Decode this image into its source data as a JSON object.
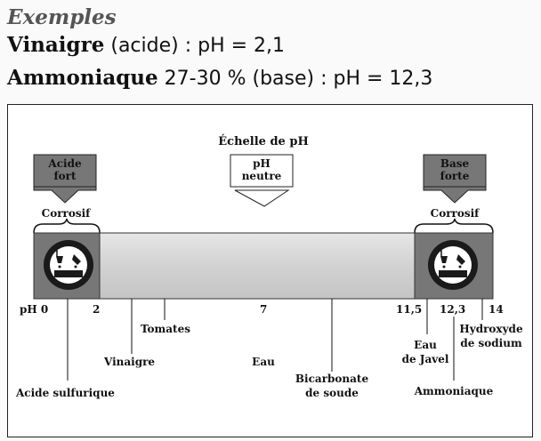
{
  "header": {
    "title": "Exemples",
    "example1": {
      "name": "Vinaigre",
      "detail": " (acide) : pH = 2,1"
    },
    "example2": {
      "name": "Ammoniaque",
      "detail": " 27-30 % (base) : pH = 12,3"
    }
  },
  "diagram": {
    "title": "Échelle de pH",
    "acid_box": [
      "Acide",
      "fort"
    ],
    "neutral_box": [
      "pH",
      "neutre"
    ],
    "base_box": [
      "Base",
      "forte"
    ],
    "corrosive_left": "Corrosif",
    "corrosive_right": "Corrosif",
    "ticks": {
      "t0": "pH 0",
      "t2": "2",
      "t7": "7",
      "t115": "11,5",
      "t123": "12,3",
      "t14": "14"
    },
    "items": {
      "tomates": "Tomates",
      "vinaigre": "Vinaigre",
      "eau": "Eau",
      "bicarbonate": [
        "Bicarbonate",
        "de soude"
      ],
      "acide_sulfurique": "Acide sulfurique",
      "eau_javel": [
        "Eau",
        "de Javel"
      ],
      "ammoniaque": "Ammoniaque",
      "hydroxyde": [
        "Hydroxyde",
        "de sodium"
      ]
    },
    "colors": {
      "acid_box": "#777777",
      "bar": "#cfcfcf",
      "hazard": "#1a1a1a"
    },
    "icons": [
      "corrosive-hazard-icon",
      "corrosive-hazard-icon"
    ]
  }
}
